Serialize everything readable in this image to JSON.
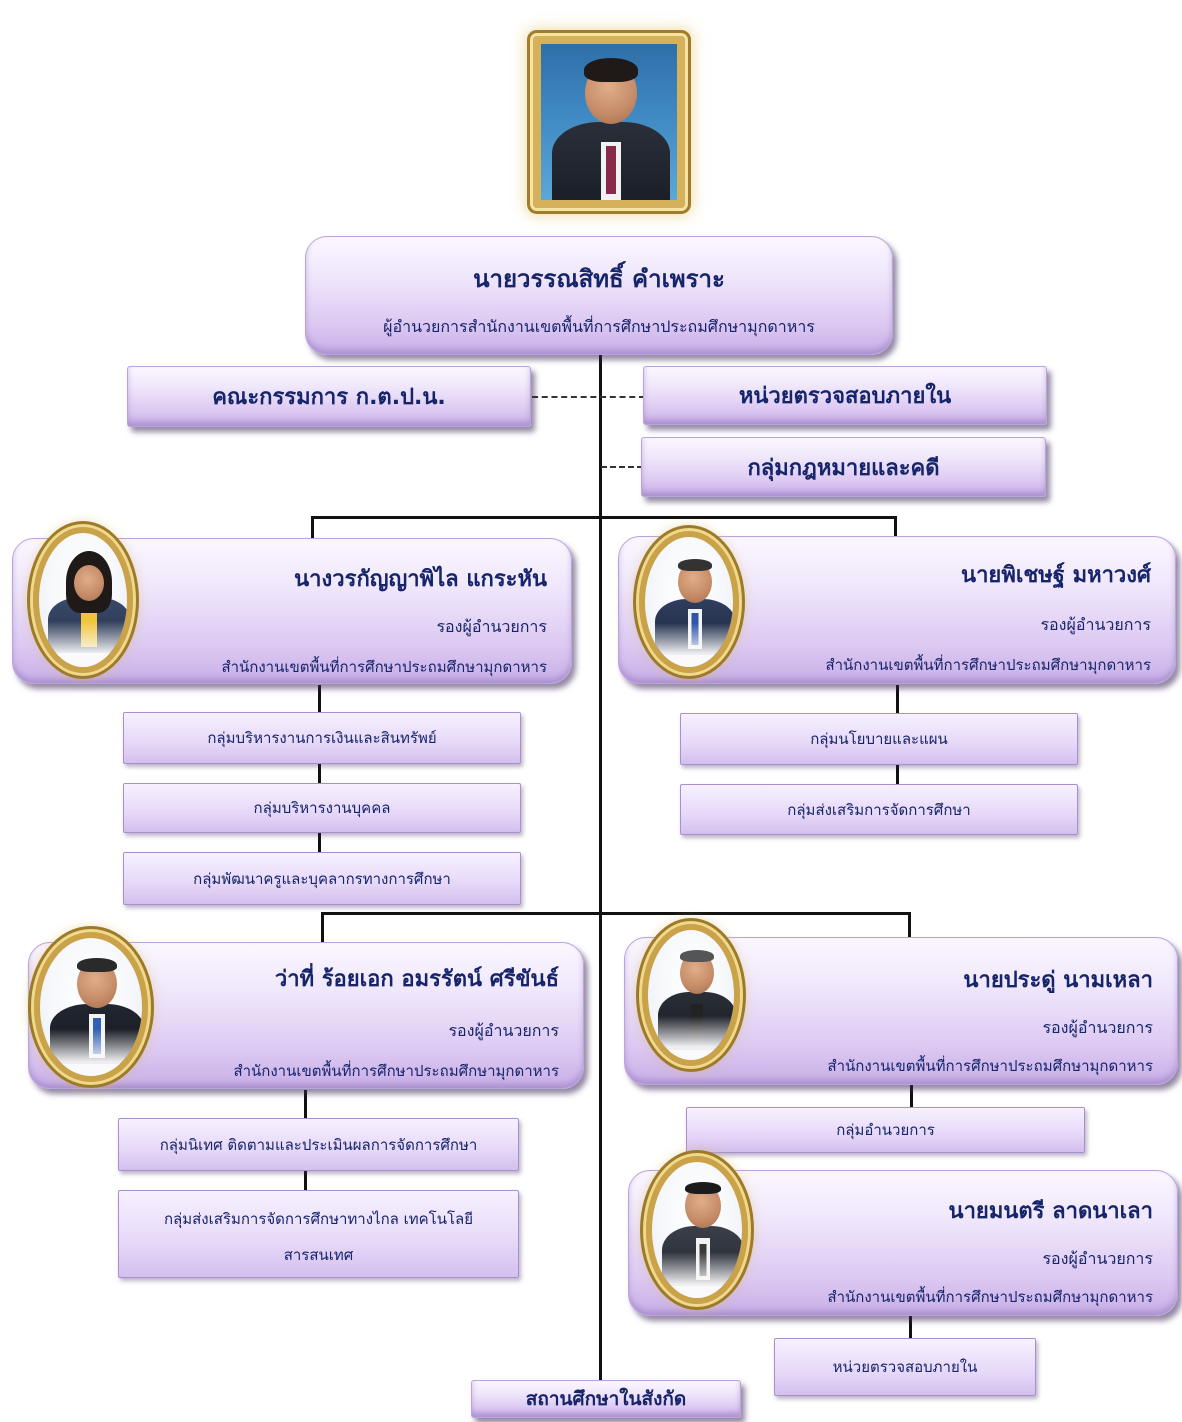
{
  "director": {
    "name": "นายวรรณสิทธิ์  คำเพราะ",
    "position": "ผู้อำนวยการสำนักงานเขตพื้นที่การศึกษาประถมศึกษามุกดาหาร"
  },
  "committee": {
    "label": "คณะกรรมการ ก.ต.ป.น."
  },
  "internal_audit": {
    "label": "หน่วยตรวจสอบภายใน"
  },
  "legal_group": {
    "label": "กลุ่มกฎหมายและคดี"
  },
  "deputies": [
    {
      "name": "นางวรกัญญาพิไล แกระหัน",
      "title": "รองผู้อำนวยการ",
      "office": "สำนักงานเขตพื้นที่การศึกษาประถมศึกษามุกดาหาร",
      "groups": [
        "กลุ่มบริหารงานการเงินและสินทรัพย์",
        "กลุ่มบริหารงานบุคคล",
        "กลุ่มพัฒนาครูและบุคลากรทางการศึกษา"
      ]
    },
    {
      "name": "นายพิเชษฐ์  มหาวงศ์",
      "title": "รองผู้อำนวยการ",
      "office": "สำนักงานเขตพื้นที่การศึกษาประถมศึกษามุกดาหาร",
      "groups": [
        "กลุ่มนโยบายและแผน",
        "กลุ่มส่งเสริมการจัดการศึกษา"
      ]
    },
    {
      "name": "ว่าที่ ร้อยเอก อมรรัตน์  ศรีขันธ์",
      "title": "รองผู้อำนวยการ",
      "office": "สำนักงานเขตพื้นที่การศึกษาประถมศึกษามุกดาหาร",
      "groups": [
        "กลุ่มนิเทศ ติดตามและประเมินผลการจัดการศึกษา",
        "กลุ่มส่งเสริมการจัดการศึกษาทางไกล เทคโนโลยี",
        "สารสนเทศ"
      ]
    },
    {
      "name": "นายประดู่ นามเหลา",
      "title": "รองผู้อำนวยการ",
      "office": "สำนักงานเขตพื้นที่การศึกษาประถมศึกษามุกดาหาร",
      "groups": [
        "กลุ่มอำนวยการ"
      ]
    },
    {
      "name": "นายมนตรี ลาดนาเลา",
      "title": "รองผู้อำนวยการ",
      "office": "สำนักงานเขตพื้นที่การศึกษาประถมศึกษามุกดาหาร",
      "groups": [
        "หน่วยตรวจสอบภายใน"
      ]
    }
  ],
  "schools": {
    "label": "สถานศึกษาในสังกัด"
  },
  "colors": {
    "line": "#111111",
    "text": "#16246a",
    "panel_top": "#fbf7ff",
    "panel_bottom": "#c7aee6",
    "gold": "#c9a24a"
  }
}
